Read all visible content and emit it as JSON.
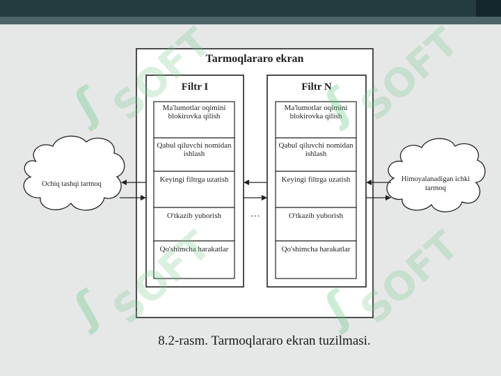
{
  "diagram": {
    "title": "Tarmoqlararo ekran",
    "filter_left": {
      "title": "Filtr I",
      "cells": [
        "Ma'lumotlar oqimini blokirovka qilish",
        "Qabul qiluvchi nomidan ishlash",
        "Keyingi filtrga uzatish",
        "O'tkazib yuborish",
        "Qo'shimcha harakatlar"
      ]
    },
    "filter_right": {
      "title": "Filtr N",
      "cells": [
        "Ma'lumotlar oqimini blokirovka qilish",
        "Qabul qiluvchi nomidan ishlash",
        "Keyingi filtrga uzatish",
        "O'tkazib yuborish",
        "Qo'shimcha harakatlar"
      ]
    },
    "ellipsis": "…",
    "left_cloud": "Ochiq tashqi tarmoq",
    "right_cloud": "Himoyalanadigan ichki tarmoq",
    "caption": "8.2-rasm. Tarmoqlararo ekran tuzilmasi."
  },
  "watermark": {
    "text": "SOFT",
    "logo": "ʃ"
  },
  "colors": {
    "header_dark": "#243c40",
    "header_line": "#4a6468",
    "background": "#e6e8e8",
    "watermark": "#78c88c"
  }
}
